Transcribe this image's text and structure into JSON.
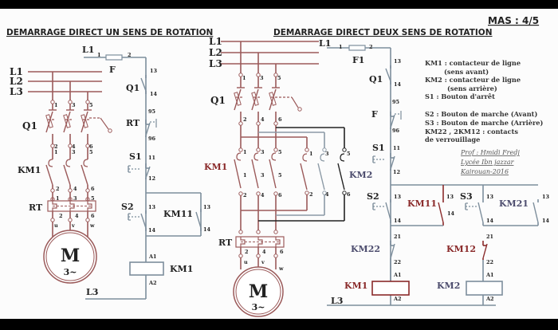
{
  "header": {
    "page_label": "MAS : 4/5"
  },
  "left": {
    "title": "DEMARRAGE DIRECT UN  SENS DE ROTATION",
    "power": {
      "lines": [
        "L1",
        "L2",
        "L3"
      ],
      "q1": "Q1",
      "km1": "KM1",
      "rt": "RT",
      "terminals_top": [
        "1",
        "3",
        "5"
      ],
      "terminals_q_out": [
        "2",
        "4",
        "6"
      ],
      "terminals_km_in": [
        "1",
        "3",
        "5"
      ],
      "terminals_rt_in": [
        "2",
        "4",
        "6"
      ],
      "terminals_rt_in2": [
        "1",
        "3",
        "5"
      ],
      "terminals_rt_out": [
        "2",
        "4",
        "6"
      ],
      "phases": [
        "u",
        "v",
        "w"
      ],
      "motor": "M",
      "motor_sub": "3~"
    },
    "control": {
      "l1": "L1",
      "fuse": "F",
      "fuse_terms": [
        "1",
        "2"
      ],
      "q1": "Q1",
      "rt": "RT",
      "s1": "S1",
      "s2": "S2",
      "km11": "KM11",
      "coil": "KM1",
      "l3": "L3",
      "n13": "13",
      "n14": "14",
      "n95": "95",
      "n96": "96",
      "n11": "11",
      "n12": "12",
      "a1": "A1",
      "a2": "A2"
    }
  },
  "right": {
    "title": "DEMARRAGE DIRECT DEUX  SENS DE ROTATION",
    "power": {
      "lines": [
        "L1",
        "L2",
        "L3"
      ],
      "q1": "Q1",
      "km1": "KM1",
      "km2": "KM2",
      "rt": "RT",
      "phases": [
        "u",
        "v",
        "w"
      ],
      "motor": "M",
      "motor_sub": "3~",
      "odd": [
        "1",
        "3",
        "5"
      ],
      "even": [
        "2",
        "4",
        "6"
      ]
    },
    "control": {
      "l1": "L1",
      "fuse": "F1",
      "fuse_terms": [
        "1",
        "2"
      ],
      "q1": "Q1",
      "f": "F",
      "s1": "S1",
      "s2": "S2",
      "s3": "S3",
      "km11": "KM11",
      "km21": "KM21",
      "km22": "KM22",
      "km12": "KM12",
      "coil1": "KM1",
      "coil2": "KM2",
      "l3": "L3",
      "n13": "13",
      "n14": "14",
      "n95": "95",
      "n96": "96",
      "n11": "11",
      "n12": "12",
      "n21": "21",
      "n22": "22",
      "a1": "A1",
      "a2": "A2"
    },
    "legend": [
      "KM1 : contacteur de ligne",
      "(sens avant)",
      "KM2 : contacteur de ligne",
      "(sens  arrière)",
      "S1 : Bouton d'arrêt",
      "S2 : Bouton de marche (Avant)",
      "S3 : Bouton de marche (Arrière)",
      "KM22 , 2KM12 : contacts",
      "de verrouillage"
    ],
    "signature": [
      "Prof : Hmidi Fredj",
      "Lycée Ibn jazzar",
      "Kairouan-2016"
    ]
  },
  "colors": {
    "power": "#9b5a5a",
    "control": "#7d8e9c",
    "reverse_a": "#8c9aa6",
    "reverse_b": "#222222",
    "red_label": "#8a2a2a",
    "blue_label": "#4d4d6e"
  }
}
